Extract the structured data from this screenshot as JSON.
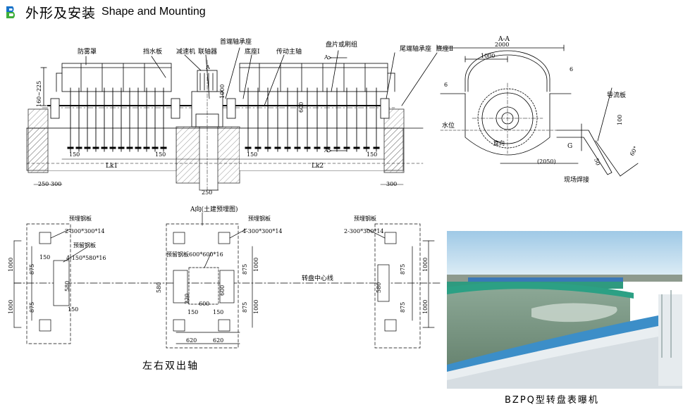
{
  "header": {
    "title_cn": "外形及安装",
    "title_en": "Shape and Mounting"
  },
  "front": {
    "labels": {
      "fangwuzhao": "防雾罩",
      "dangshuiban": "挡水板",
      "jiansuji": "减速机",
      "lianzhouqi": "联轴器",
      "shouduan": "首端轴承座",
      "dizuo1": "底座Ⅰ",
      "chuandong": "传动主轴",
      "panpian": "盘片或刷组",
      "weiduan": "尾端轴承座",
      "dizuo2": "底座Ⅱ"
    },
    "dims": {
      "d160": "160~225",
      "d1000": "1000",
      "d600": "600",
      "d150a": "150",
      "d150b": "150",
      "d150c": "150",
      "d150d": "150",
      "lk1": "Lk1",
      "lk2": "Lk2",
      "d250a": "250",
      "d300a": "300",
      "d250b": "250",
      "d300b": "300",
      "secA1": "A",
      "secA2": "A",
      "secA3": "A"
    }
  },
  "section": {
    "title": "A-A",
    "d2000": "2000",
    "d1000": "1000",
    "level6a": "6",
    "level6b": "6",
    "water": "水位",
    "rotate": "旋向",
    "g": "G",
    "d100": "100",
    "d2050": "(2050)",
    "d50": "50",
    "d60": "60°",
    "daoliu": "导流板",
    "weld": "现场焊接"
  },
  "plan": {
    "heading": "A向(土建预埋图)",
    "yumai1": "预埋钢板",
    "yumai1_spec": "2-300*300*14",
    "yuliu1": "预留钢板",
    "yuliu1_spec": "4-150*580*16",
    "yumai2": "预埋钢板",
    "yumai2_spec": "4-300*300*14",
    "yuliu2": "预留钢板600*600*16",
    "yumai3": "预埋钢板",
    "yumai3_spec": "2-300*300*14",
    "centerline": "转盘中心线",
    "d1000a": "1000",
    "d1000b": "1000",
    "d875a": "875",
    "d875b": "875",
    "d150e": "150",
    "d580a": "580",
    "d150f": "150",
    "d580b": "580",
    "d220": "220",
    "d600a": "600",
    "d600b": "600",
    "d150g": "150",
    "d150h": "150",
    "d875c": "875",
    "d875d": "875",
    "d1000c": "1000",
    "d1000d": "1000",
    "d620a": "620",
    "d620b": "620",
    "d580c": "580",
    "d875e": "875",
    "d875f": "875",
    "d1000e": "1000",
    "d1000f": "1000"
  },
  "caption_left": "左右双出轴",
  "caption_right": "BZPQ型转盘表曝机",
  "colors": {
    "sky": "#cfe6f4",
    "water": "#6f8a76",
    "tank": "#2e9a8a",
    "tile": "#3a7fc0",
    "logo_blue": "#1a73c9",
    "logo_green": "#3fae3a"
  }
}
